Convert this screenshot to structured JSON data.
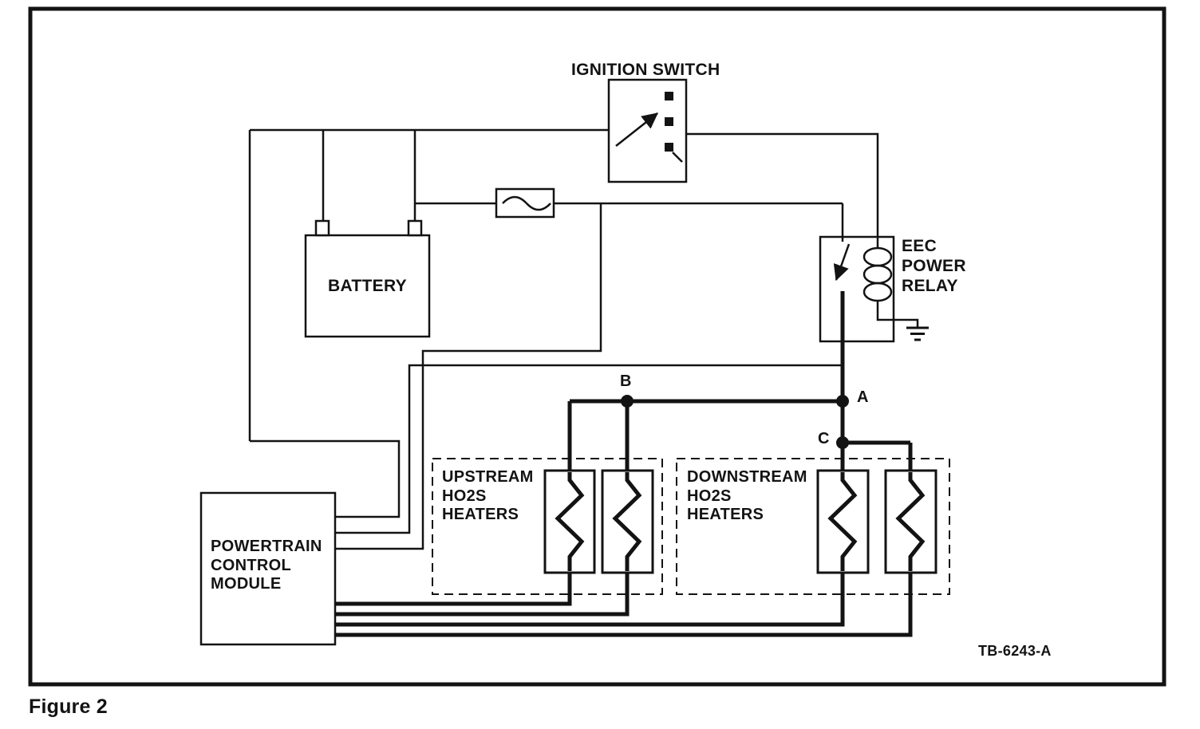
{
  "figure": {
    "caption": "Figure 2",
    "drawing_number": "TB-6243-A"
  },
  "components": {
    "ignition_switch": "IGNITION SWITCH",
    "battery": "BATTERY",
    "eec_power_relay": "EEC\nPOWER\nRELAY",
    "powertrain_control_module": "POWERTRAIN\nCONTROL\nMODULE",
    "upstream_heaters": "UPSTREAM\nHO2S\nHEATERS",
    "downstream_heaters": "DOWNSTREAM\nHO2S\nHEATERS"
  },
  "junctions": {
    "a": "A",
    "b": "B",
    "c": "C"
  },
  "colors": {
    "ink": "#131313",
    "paper": "#ffffff"
  }
}
